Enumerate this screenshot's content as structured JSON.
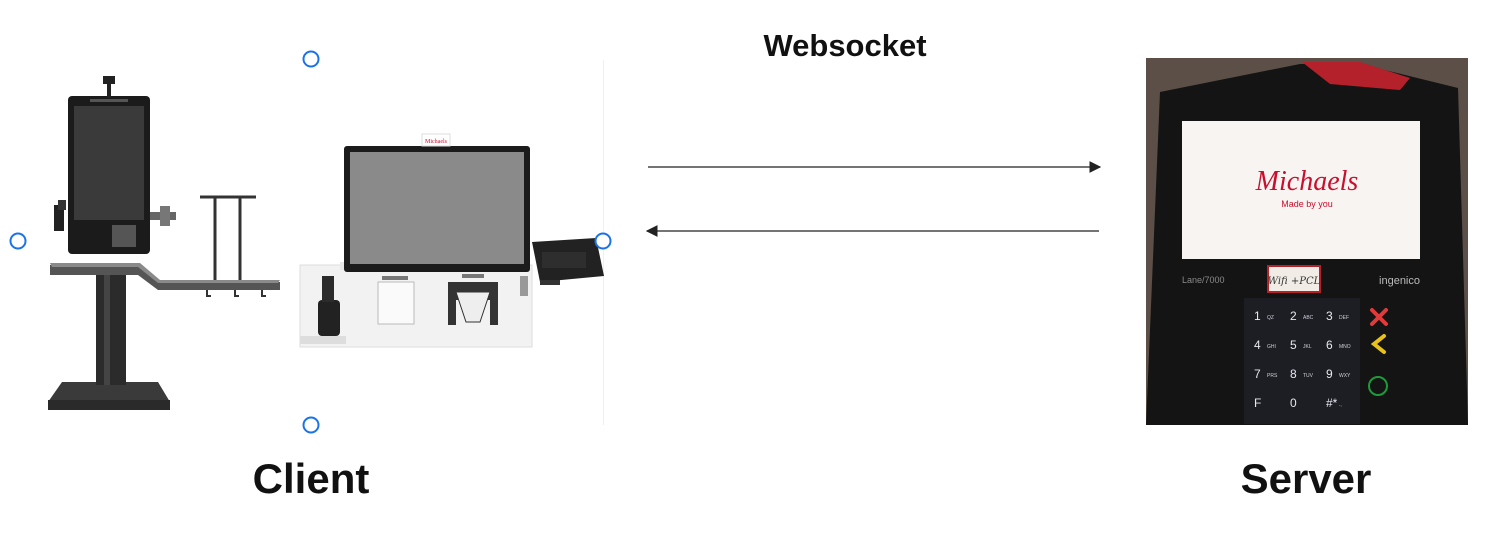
{
  "diagram": {
    "protocol_label": "Websocket",
    "client_label": "Client",
    "server_label": "Server",
    "terminal": {
      "brand_text": "Michaels",
      "tagline": "Made by you",
      "model_text": "Lane/7000",
      "maker_text": "ingenico",
      "sticker_text": "Wifi +PCL",
      "keys": [
        {
          "num": "1",
          "sub": "QZ"
        },
        {
          "num": "2",
          "sub": "ABC"
        },
        {
          "num": "3",
          "sub": "DEF"
        },
        {
          "num": "4",
          "sub": "GHI"
        },
        {
          "num": "5",
          "sub": "JKL"
        },
        {
          "num": "6",
          "sub": "MNO"
        },
        {
          "num": "7",
          "sub": "PRS"
        },
        {
          "num": "8",
          "sub": "TUV"
        },
        {
          "num": "9",
          "sub": "WXY"
        },
        {
          "num": "F",
          "sub": ""
        },
        {
          "num": "0",
          "sub": ""
        },
        {
          "num": "#*",
          "sub": ".,"
        }
      ]
    },
    "kiosk_sign": "Michaels",
    "colors": {
      "brand_red": "#c8102e",
      "handle_blue": "#1a73e8",
      "arrow": "#222222"
    }
  }
}
